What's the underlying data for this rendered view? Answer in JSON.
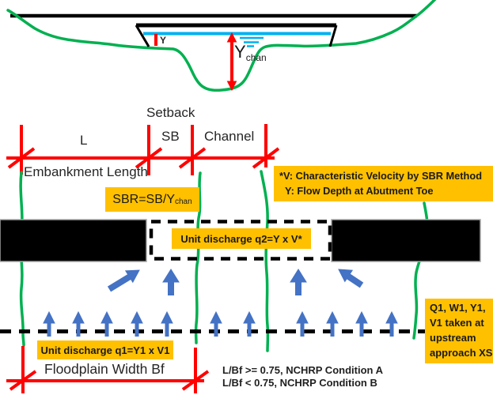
{
  "colors": {
    "terrain_green": "#00B050",
    "dimension_red": "#FF0000",
    "water_blue": "#00B0F0",
    "flow_arrow_blue": "#4472C4",
    "note_highlight": "#FFC000",
    "ink_black": "#000000"
  },
  "cross_section": {
    "abutment_depth_label": "Y",
    "channel_depth_label_main": "Y",
    "channel_depth_label_sub": "chan"
  },
  "top_dimension": {
    "setback_title": "Setback",
    "segment_l": "L",
    "segment_sb": "SB",
    "segment_channel": "Channel",
    "caption": "Embankment Length"
  },
  "notes": {
    "sbr_formula_main": "SBR=SB/Y",
    "sbr_formula_sub": "chan",
    "velocity_line1": "*V: Characteristic Velocity by SBR Method",
    "velocity_line2": "Y: Flow Depth at Abutment Toe",
    "q2_label": "Unit discharge q2=Y x V*",
    "q1_label": "Unit discharge q1=Y1 x V1",
    "upstream_lines": [
      "Q1, W1, Y1,",
      "V1 taken at",
      "upstream",
      "approach XS"
    ]
  },
  "bottom_dimension": {
    "caption": "Floodplain Width Bf",
    "condition_a": "L/Bf >= 0.75, NCHRP Condition A",
    "condition_b": "L/Bf < 0.75, NCHRP Condition B"
  }
}
